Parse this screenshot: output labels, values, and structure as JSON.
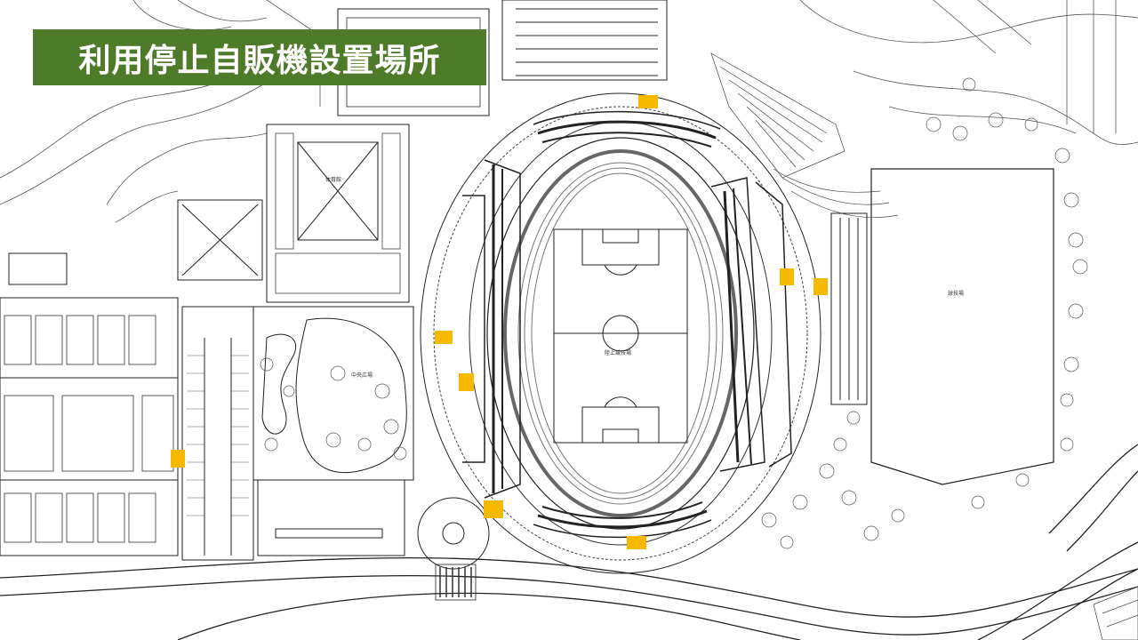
{
  "title": {
    "text": "利用停止自販機設置場所"
  },
  "labels": {
    "gym": "体育館",
    "central_plaza": "中央広場",
    "athletics_stadium": "陸上競技場",
    "ballpark": "球技場"
  },
  "legend_colors": {
    "vending_machine_marker": "#f7b800",
    "title_background": "#4e7b2a"
  },
  "vending_machines": [
    {
      "id": "vm-1",
      "area": "stadium-north"
    },
    {
      "id": "vm-2",
      "area": "stadium-east"
    },
    {
      "id": "vm-3",
      "area": "ballpark-west"
    },
    {
      "id": "vm-4",
      "area": "stadium-west"
    },
    {
      "id": "vm-5",
      "area": "stadium-west-south"
    },
    {
      "id": "vm-6",
      "area": "stadium-southwest"
    },
    {
      "id": "vm-7",
      "area": "stadium-south"
    },
    {
      "id": "vm-8",
      "area": "tennis-courts-east"
    }
  ]
}
